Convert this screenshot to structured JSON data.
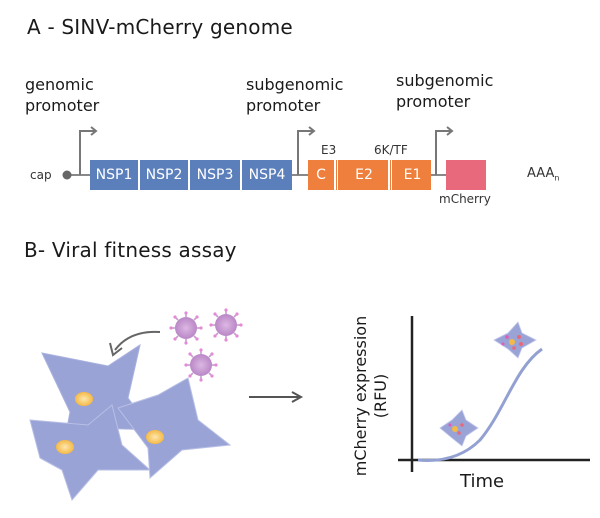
{
  "panel_a": {
    "title": "A - SINV-mCherry genome",
    "genomic_promoter": [
      "genomic",
      "promoter"
    ],
    "subgenomic_promoter_1": [
      "subgenomic",
      "promoter"
    ],
    "subgenomic_promoter_2": [
      "subgenomic",
      "promoter"
    ],
    "cap": "cap",
    "nonstructural": [
      "NSP1",
      "NSP2",
      "NSP3",
      "NSP4"
    ],
    "structural": [
      "C",
      "E2",
      "E1"
    ],
    "e3": "E3",
    "k6tf": "6K/TF",
    "mcherry": "mCherry",
    "polya": "AAA",
    "polya_sub": "n",
    "colors": {
      "nsp": "#5b7fbb",
      "structural": "#ef7f3c",
      "mcherry": "#e8697b",
      "backbone": "#888888"
    }
  },
  "panel_b": {
    "title": "B- Viral fitness assay",
    "y_label_1": "mCherry expression",
    "y_label_2": "(RFU)",
    "x_label": "Time",
    "colors": {
      "cell": "#9aa3d6",
      "nucleus": "#f7c463",
      "virus": "#c89ad0",
      "curve": "#93a1d2"
    }
  }
}
